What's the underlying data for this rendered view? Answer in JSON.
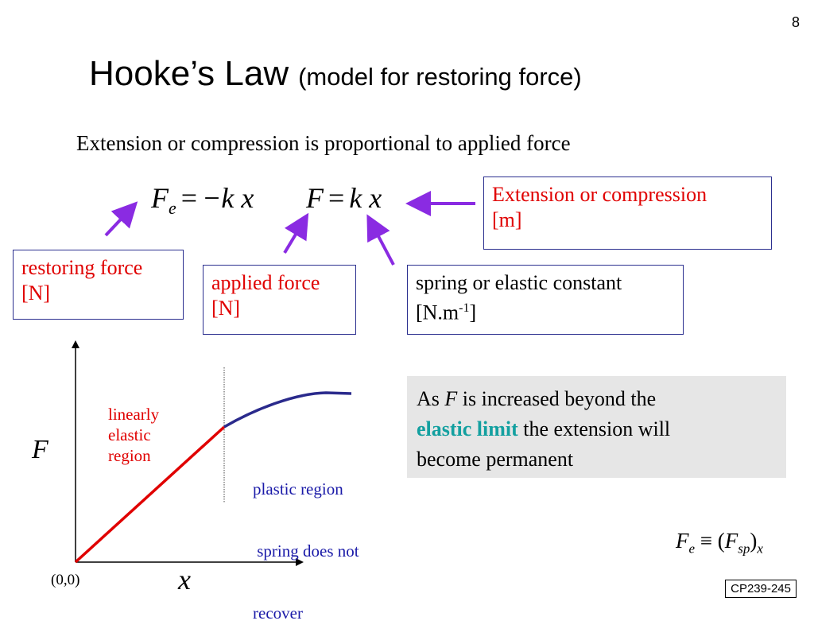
{
  "slide_number": "8",
  "title": {
    "main": "Hooke’s Law",
    "sub": "(model for restoring force)"
  },
  "subtitle": "Extension or compression is proportional to applied force",
  "equations": {
    "restoring": {
      "lhs": "F",
      "lhs_sub": "e",
      "op": "=",
      "rhs": "−k x"
    },
    "applied": {
      "lhs": "F",
      "op": "=",
      "rhs": "k x"
    }
  },
  "boxes": {
    "restoring_force": {
      "line1": "restoring force",
      "line2": "[N]"
    },
    "applied_force": {
      "line1": "applied force",
      "line2": "[N]"
    },
    "spring_constant": {
      "line1": "spring or elastic constant",
      "line2_pre": "[N.m",
      "line2_sup": "-1",
      "line2_post": "]"
    },
    "extension": {
      "line1": "Extension or compression",
      "line2": "[m]"
    }
  },
  "graph": {
    "y_label": "F",
    "x_label": "x",
    "origin_label": "(0,0)",
    "linear_label": [
      "linearly",
      "elastic",
      "region"
    ],
    "plastic_label": [
      "plastic region",
      " spring does not",
      "recover"
    ]
  },
  "info": {
    "pre": "As ",
    "var": "F",
    "mid": " is increased beyond the",
    "highlight": "elastic limit",
    "post1": " the extension will",
    "post2": "become permanent"
  },
  "identity": {
    "lhs": "F",
    "lhs_sub": "e",
    "op": "≡",
    "open": "(",
    "inner": "F",
    "inner_sub": "sp",
    "close": ")",
    "outer_sub": "x"
  },
  "footer": "CP239-245",
  "colors": {
    "red": "#e00000",
    "arrow": "#8a2be2",
    "box_border": "#2b2f8f",
    "plastic": "#2a2a8c",
    "teal": "#13a0a0"
  }
}
